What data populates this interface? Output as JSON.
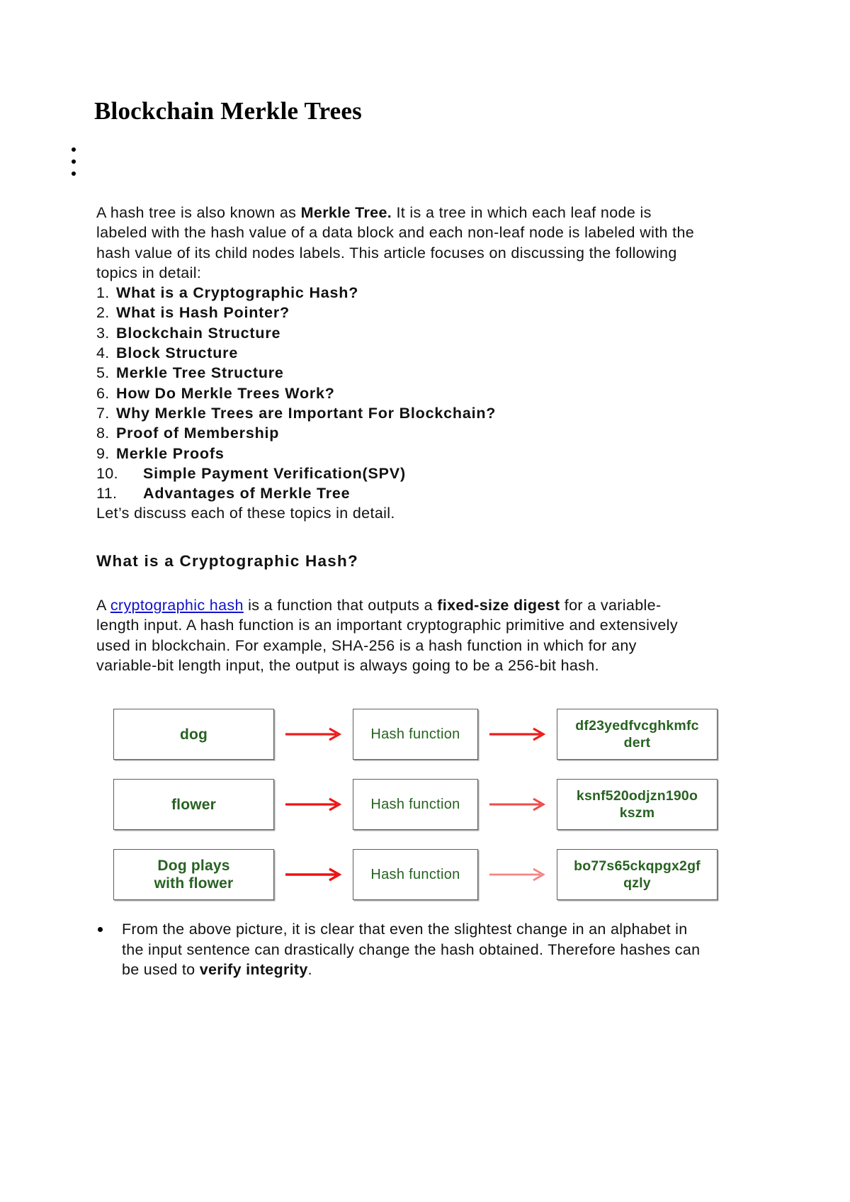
{
  "document": {
    "title": "Blockchain Merkle Trees",
    "empty_bullets": [
      "",
      "",
      ""
    ],
    "intro": {
      "line1_a": "A hash tree is also known as ",
      "line1_bold": "Merkle Tree.",
      "line1_b": " It is a tree in which each leaf node is labeled with the hash value of a data block and each non-leaf node is labeled with the hash value of its child nodes labels. This article focuses on discussing the following topics in detail:"
    },
    "topics": [
      {
        "num": "1.",
        "text": "What is a Cryptographic Hash?"
      },
      {
        "num": "2.",
        "text": "What is Hash Pointer?"
      },
      {
        "num": "3.",
        "text": "Blockchain Structure"
      },
      {
        "num": "4.",
        "text": "Block Structure"
      },
      {
        "num": "5.",
        "text": "Merkle Tree Structure"
      },
      {
        "num": "6.",
        "text": "How Do Merkle Trees Work?"
      },
      {
        "num": "7.",
        "text": "Why Merkle Trees are Important For Blockchain?"
      },
      {
        "num": "8.",
        "text": "Proof of Membership"
      },
      {
        "num": "9.",
        "text": "Merkle Proofs"
      },
      {
        "num": "10.",
        "text": "Simple Payment Verification(SPV)"
      },
      {
        "num": "11.",
        "text": "Advantages of Merkle Tree"
      }
    ],
    "closing_intro": "Let’s discuss each of these topics in detail.",
    "section_heading": "What is a Cryptographic Hash?",
    "hash_paragraph": {
      "lead": "A ",
      "link": "cryptographic hash",
      "mid1": " is a function that outputs a ",
      "bold1": "fixed-size digest",
      "mid2": " for a variable-length input. A hash function is an important cryptographic primitive and extensively used in blockchain. For example, SHA-256 is a hash function in which for any variable-bit length input, the output is always going to be a 256-bit hash."
    },
    "diagram": {
      "rows": [
        {
          "input": "dog",
          "function": "Hash function",
          "output_line1": "df23yedfvcghkmfc",
          "output_line2": "dert",
          "arrow1_color": "#ee1c1c",
          "arrow2_color": "#ee1c1c"
        },
        {
          "input": "flower",
          "function": "Hash function",
          "output_line1": "ksnf520odjzn190o",
          "output_line2": "kszm",
          "arrow1_color": "#f01414",
          "arrow2_color": "#f04a4a"
        },
        {
          "input_line1": "Dog plays",
          "input_line2": "with flower",
          "function": "Hash function",
          "output_line1": "bo77s65ckqpgx2gf",
          "output_line2": "qzly",
          "arrow1_color": "#ee1111",
          "arrow2_color": "#f58585"
        }
      ],
      "text_color": "#276221",
      "box_border_color": "#5f5f5f"
    },
    "closing_bullet": {
      "part1": "From the above picture, it is clear that even the slightest change in an alphabet in the input sentence can drastically change the hash obtained. Therefore hashes can be used to ",
      "bold": "verify integrity",
      "part2": "."
    },
    "link_color": "#1111cc"
  }
}
